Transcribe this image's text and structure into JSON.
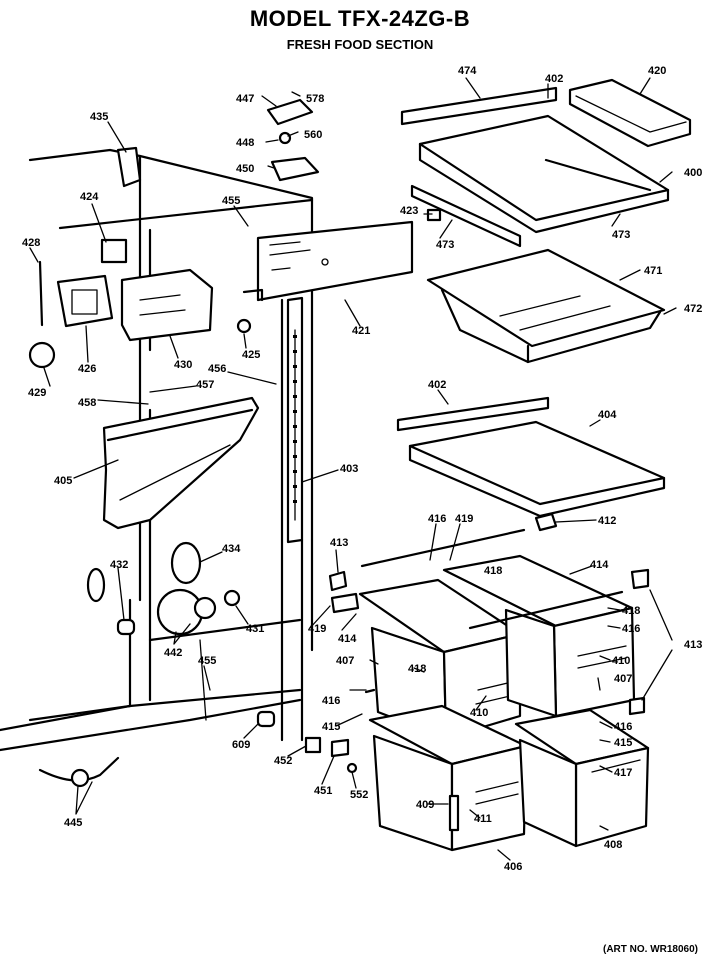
{
  "header": {
    "title": "MODEL TFX-24ZG-B",
    "subtitle": "FRESH FOOD SECTION"
  },
  "footer": {
    "art_number": "(ART NO. WR18060)"
  },
  "parts": {
    "p474": "474",
    "p402a": "402",
    "p420": "420",
    "p400": "400",
    "p423": "423",
    "p473a": "473",
    "p473b": "473",
    "p471": "471",
    "p472": "472",
    "p402b": "402",
    "p404": "404",
    "p412": "412",
    "p416a": "416",
    "p419a": "419",
    "p414a": "414",
    "p418a": "418",
    "p416b": "416",
    "p410a": "410",
    "p407a": "407",
    "p413a": "413",
    "p413b": "413",
    "p416c": "416",
    "p415a": "415",
    "p417": "417",
    "p408": "408",
    "p406": "406",
    "p409": "409",
    "p411": "411",
    "p418b": "418",
    "p410b": "410",
    "p407b": "407",
    "p416d": "416",
    "p415b": "415",
    "p414b": "414",
    "p419b": "419",
    "p418c": "418",
    "p447": "447",
    "p578": "578",
    "p448": "448",
    "p560": "560",
    "p450": "450",
    "p435": "435",
    "p424": "424",
    "p455a": "455",
    "p428": "428",
    "p426": "426",
    "p430": "430",
    "p425": "425",
    "p429": "429",
    "p421": "421",
    "p456": "456",
    "p457": "457",
    "p458": "458",
    "p405": "405",
    "p403": "403",
    "p434": "434",
    "p432": "432",
    "p431": "431",
    "p442": "442",
    "p455b": "455",
    "p609": "609",
    "p452": "452",
    "p451": "451",
    "p552": "552",
    "p445": "445"
  }
}
